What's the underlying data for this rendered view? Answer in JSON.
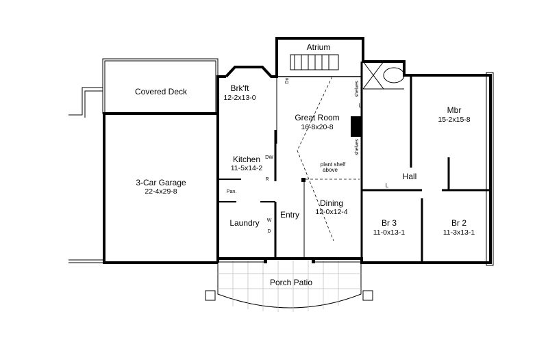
{
  "rooms": {
    "covered_deck": {
      "name": "Covered Deck"
    },
    "garage": {
      "name": "3-Car Garage",
      "size": "22-4x29-8"
    },
    "brkft": {
      "name": "Brk'ft",
      "size": "12-2x13-0"
    },
    "atrium": {
      "name": "Atrium"
    },
    "great_room": {
      "name": "Great Room",
      "size": "16-8x20-8"
    },
    "kitchen": {
      "name": "Kitchen",
      "size": "11-5x14-2"
    },
    "mbr": {
      "name": "Mbr",
      "size": "15-2x15-8"
    },
    "hall": {
      "name": "Hall"
    },
    "dining": {
      "name": "Dining",
      "size": "12-0x12-4"
    },
    "entry": {
      "name": "Entry"
    },
    "laundry": {
      "name": "Laundry"
    },
    "br3": {
      "name": "Br  3",
      "size": "11-0x13-1"
    },
    "br2": {
      "name": "Br  2",
      "size": "11-3x13-1"
    },
    "porch": {
      "name": "Porch Patio"
    }
  },
  "annotations": {
    "plant_shelf": [
      "plant shelf",
      "above"
    ],
    "pantry": "Pan.",
    "dishwasher": "DW",
    "refrigerator": "R",
    "washer": "W",
    "dryer": "D",
    "shelves": "shelves",
    "linen": "L",
    "stair_down": "Dn"
  }
}
